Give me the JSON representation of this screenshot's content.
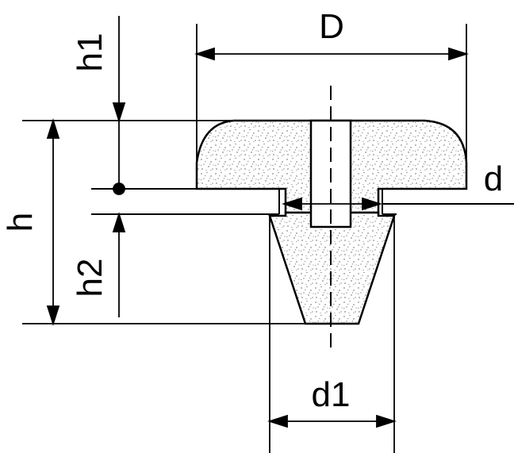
{
  "labels": {
    "D": "D",
    "d": "d",
    "d1": "d1",
    "h": "h",
    "h1": "h1",
    "h2": "h2"
  },
  "colors": {
    "line": "#000000",
    "background": "#ffffff",
    "fill_dots": "#555555"
  }
}
